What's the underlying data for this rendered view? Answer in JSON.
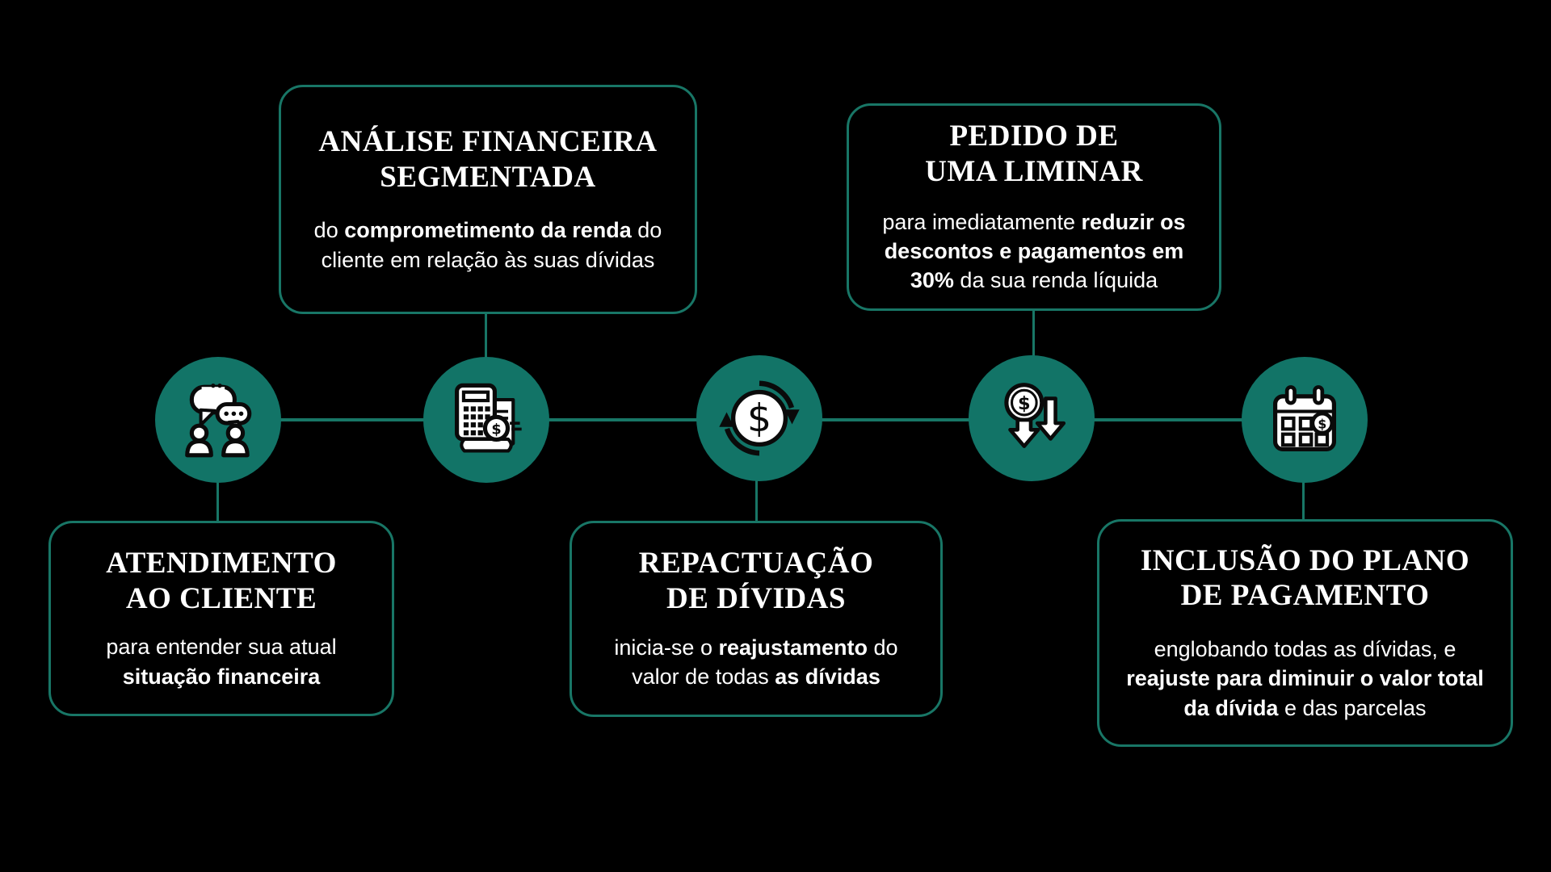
{
  "colors": {
    "background": "#000000",
    "circle_fill": "#127467",
    "line_color": "#187666",
    "box_border": "#187666",
    "text_color": "#ffffff"
  },
  "steps": [
    {
      "icon": "chat-people-icon",
      "box_position": "below",
      "title": "ATENDIMENTO\nAO CLIENTE",
      "body": [
        {
          "text": "para entender sua atual ",
          "bold": false
        },
        {
          "text": "situação financeira",
          "bold": true
        }
      ]
    },
    {
      "icon": "calculator-receipt-icon",
      "box_position": "above",
      "title": "ANÁLISE FINANCEIRA\nSEGMENTADA",
      "body": [
        {
          "text": "do ",
          "bold": false
        },
        {
          "text": "comprometimento da renda",
          "bold": true
        },
        {
          "text": " do cliente em relação às suas dívidas",
          "bold": false
        }
      ]
    },
    {
      "icon": "money-exchange-icon",
      "box_position": "below",
      "title": "REPACTUAÇÃO\nDE DÍVIDAS",
      "body": [
        {
          "text": "inicia-se o ",
          "bold": false
        },
        {
          "text": "reajustamento",
          "bold": true
        },
        {
          "text": " do valor de todas ",
          "bold": false
        },
        {
          "text": "as dívidas",
          "bold": true
        }
      ]
    },
    {
      "icon": "money-reduction-icon",
      "box_position": "above",
      "title": "PEDIDO DE\nUMA LIMINAR",
      "body": [
        {
          "text": "para imediatamente ",
          "bold": false
        },
        {
          "text": "reduzir os descontos e pagamentos em 30%",
          "bold": true
        },
        {
          "text": " da sua renda líquida",
          "bold": false
        }
      ]
    },
    {
      "icon": "payment-calendar-icon",
      "box_position": "below",
      "title": "INCLUSÃO DO PLANO\nDE PAGAMENTO",
      "body": [
        {
          "text": "englobando todas as dívidas, e ",
          "bold": false
        },
        {
          "text": "reajuste para diminuir o valor total da dívida",
          "bold": true
        },
        {
          "text": " e das parcelas",
          "bold": false
        }
      ]
    }
  ]
}
